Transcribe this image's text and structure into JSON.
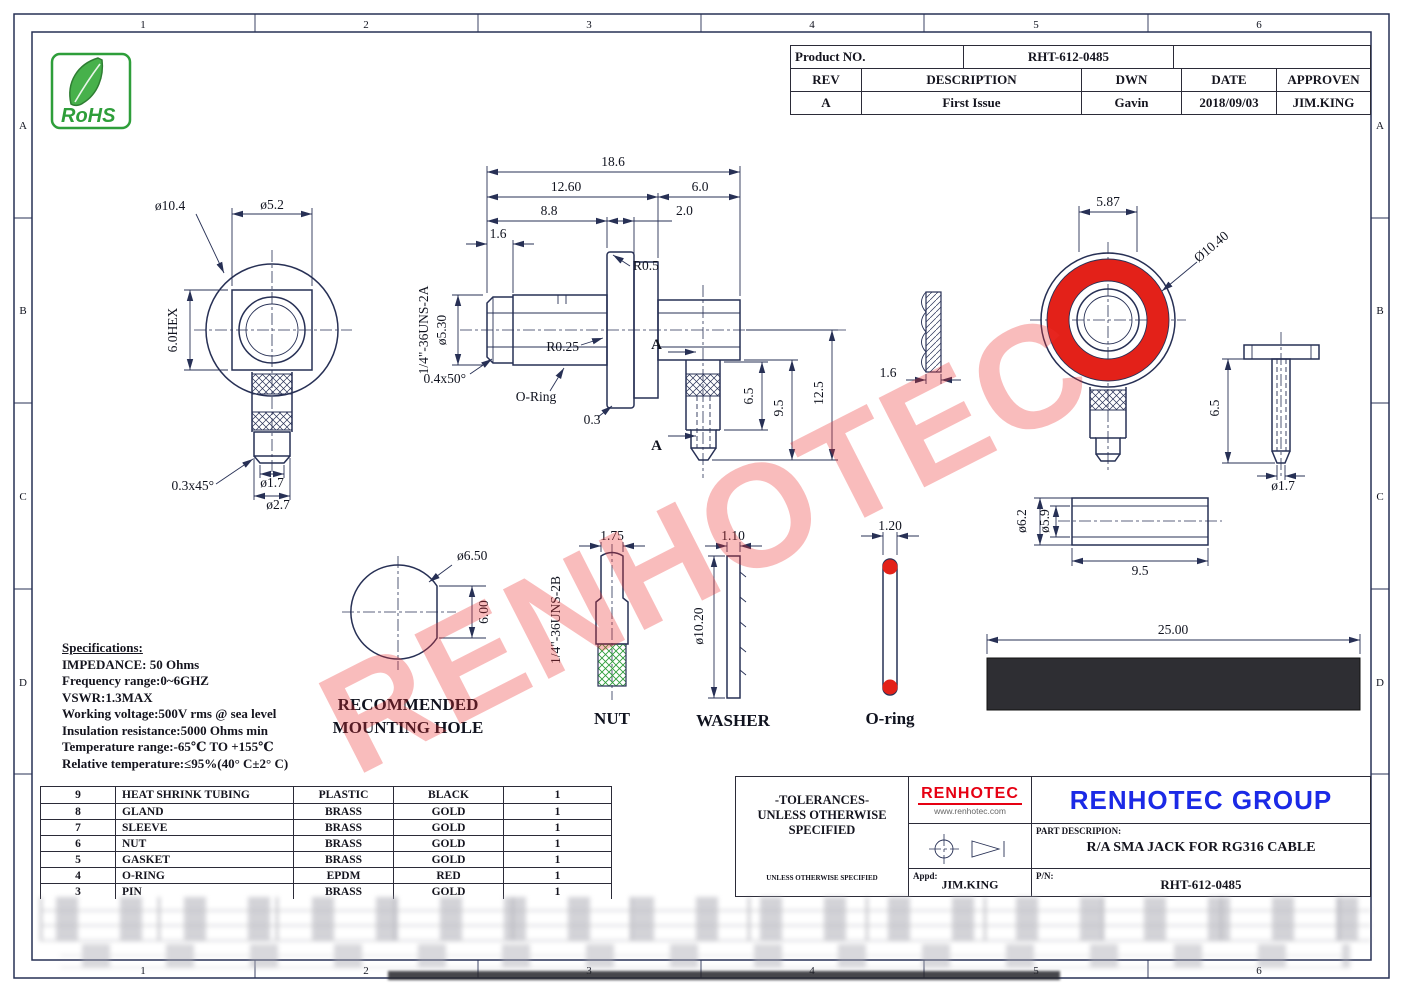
{
  "sheet": {
    "zone_cols": [
      "1",
      "2",
      "3",
      "4",
      "5",
      "6"
    ],
    "zone_rows": [
      "A",
      "B",
      "C",
      "D"
    ]
  },
  "rohs": {
    "label": "RoHS"
  },
  "watermark": "RENHOTEC",
  "header": {
    "product_no_label": "Product NO.",
    "product_no": "RHT-612-0485",
    "col_rev": "REV",
    "col_description": "DESCRIPTION",
    "col_dwn": "DWN",
    "col_date": "DATE",
    "col_approven": "APPROVEN",
    "rev": "A",
    "description": "First Issue",
    "dwn": "Gavin",
    "date": "2018/09/03",
    "approven": "JIM.KING"
  },
  "views": {
    "front": {
      "d_outer": "ø10.4",
      "d_inner": "ø5.2",
      "hex": "6.0HEX",
      "chamfer": "0.3x45°",
      "d_tip": "ø1.7",
      "d_stem": "ø2.7"
    },
    "section": {
      "len_total": "18.6",
      "len_a": "12.60",
      "len_b": "6.0",
      "len_c": "8.8",
      "len_d": "2.0",
      "len_e": "1.6",
      "r1": "R0.5",
      "d_body": "ø5.30",
      "thread": "1/4\"-36UNS-2A",
      "r2": "R0.25",
      "chamfer": "0.4x50°",
      "oring_label": "O-Ring",
      "step": "0.3",
      "h_a": "6.5",
      "h_b": "9.5",
      "h_c": "12.5",
      "section_mark": "A"
    },
    "gasket": {
      "w": "1.6"
    },
    "red_front": {
      "w": "5.87",
      "d": "Ø10.40"
    },
    "pin": {
      "h": "6.5",
      "d": "ø1.7"
    },
    "sleeve": {
      "d_outer": "ø6.2",
      "d_inner": "ø5.9",
      "len": "9.5"
    },
    "hole": {
      "d": "ø6.50",
      "flat": "6.00",
      "caption1": "RECOMMENDED",
      "caption2": "MOUNTING HOLE"
    },
    "nut": {
      "w": "1.75",
      "thread": "1/4\"-36UNS-2B",
      "label": "NUT"
    },
    "washer": {
      "w": "1.10",
      "d": "ø10.20",
      "label": "WASHER"
    },
    "oring": {
      "w": "1.20",
      "label": "O-ring"
    },
    "tubing": {
      "len": "25.00"
    }
  },
  "specs": {
    "title": "Specifications:",
    "lines": [
      "IMPEDANCE: 50 Ohms",
      "Frequency range:0~6GHZ",
      "VSWR:1.3MAX",
      "Working voltage:500V rms @ sea level",
      "Insulation resistance:5000 Ohms min",
      "Temperature range:-65℃ TO +155℃",
      "Relative temperature:≤95%(40° C±2° C)"
    ]
  },
  "bom": {
    "rows": [
      {
        "no": "9",
        "name": "HEAT SHRINK TUBING",
        "material": "PLASTIC",
        "finish": "BLACK",
        "qty": "1"
      },
      {
        "no": "8",
        "name": "GLAND",
        "material": "BRASS",
        "finish": "GOLD",
        "qty": "1"
      },
      {
        "no": "7",
        "name": "SLEEVE",
        "material": "BRASS",
        "finish": "GOLD",
        "qty": "1"
      },
      {
        "no": "6",
        "name": "NUT",
        "material": "BRASS",
        "finish": "GOLD",
        "qty": "1"
      },
      {
        "no": "5",
        "name": "GASKET",
        "material": "BRASS",
        "finish": "GOLD",
        "qty": "1"
      },
      {
        "no": "4",
        "name": "O-RING",
        "material": "EPDM",
        "finish": "RED",
        "qty": "1"
      },
      {
        "no": "3",
        "name": "PIN",
        "material": "BRASS",
        "finish": "GOLD",
        "qty": "1"
      }
    ]
  },
  "footer": {
    "tol1": "-TOLERANCES-",
    "tol2": "UNLESS OTHERWISE",
    "tol3": "SPECIFIED",
    "tol_small": "UNLESS OTHERWISE SPECIFIED",
    "logo_text": "RENHOTEC",
    "logo_url": "www.renhotec.com",
    "company": "RENHOTEC GROUP",
    "part_desc_label": "PART DESCRIPION:",
    "part_desc": "R/A SMA JACK FOR RG316 CABLE",
    "appd_label": "Appd:",
    "appd": "JIM.KING",
    "pn_label": "P/N:",
    "pn": "RHT-612-0485"
  }
}
